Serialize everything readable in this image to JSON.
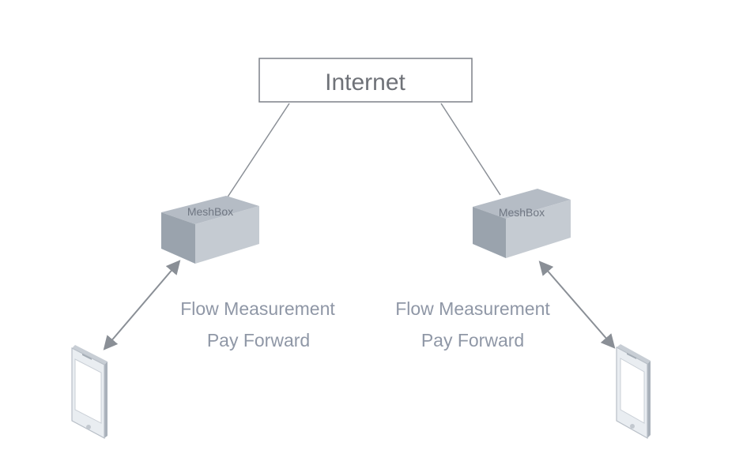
{
  "internet": {
    "label": "Internet"
  },
  "nodes": [
    {
      "label": "MeshBox",
      "captions": [
        "Flow Measurement",
        "Pay Forward"
      ]
    },
    {
      "label": "MeshBox",
      "captions": [
        "Flow Measurement",
        "Pay Forward"
      ]
    }
  ],
  "colors": {
    "line": "#8a8f96",
    "box_top": "#b5bcc5",
    "box_front": "#8f98a3",
    "box_side": "#c5cbd2",
    "caption": "#8f97a6",
    "internet_text": "#6f7278"
  },
  "icons": {
    "device": "smartphone-icon",
    "link": "double-arrow-icon"
  }
}
